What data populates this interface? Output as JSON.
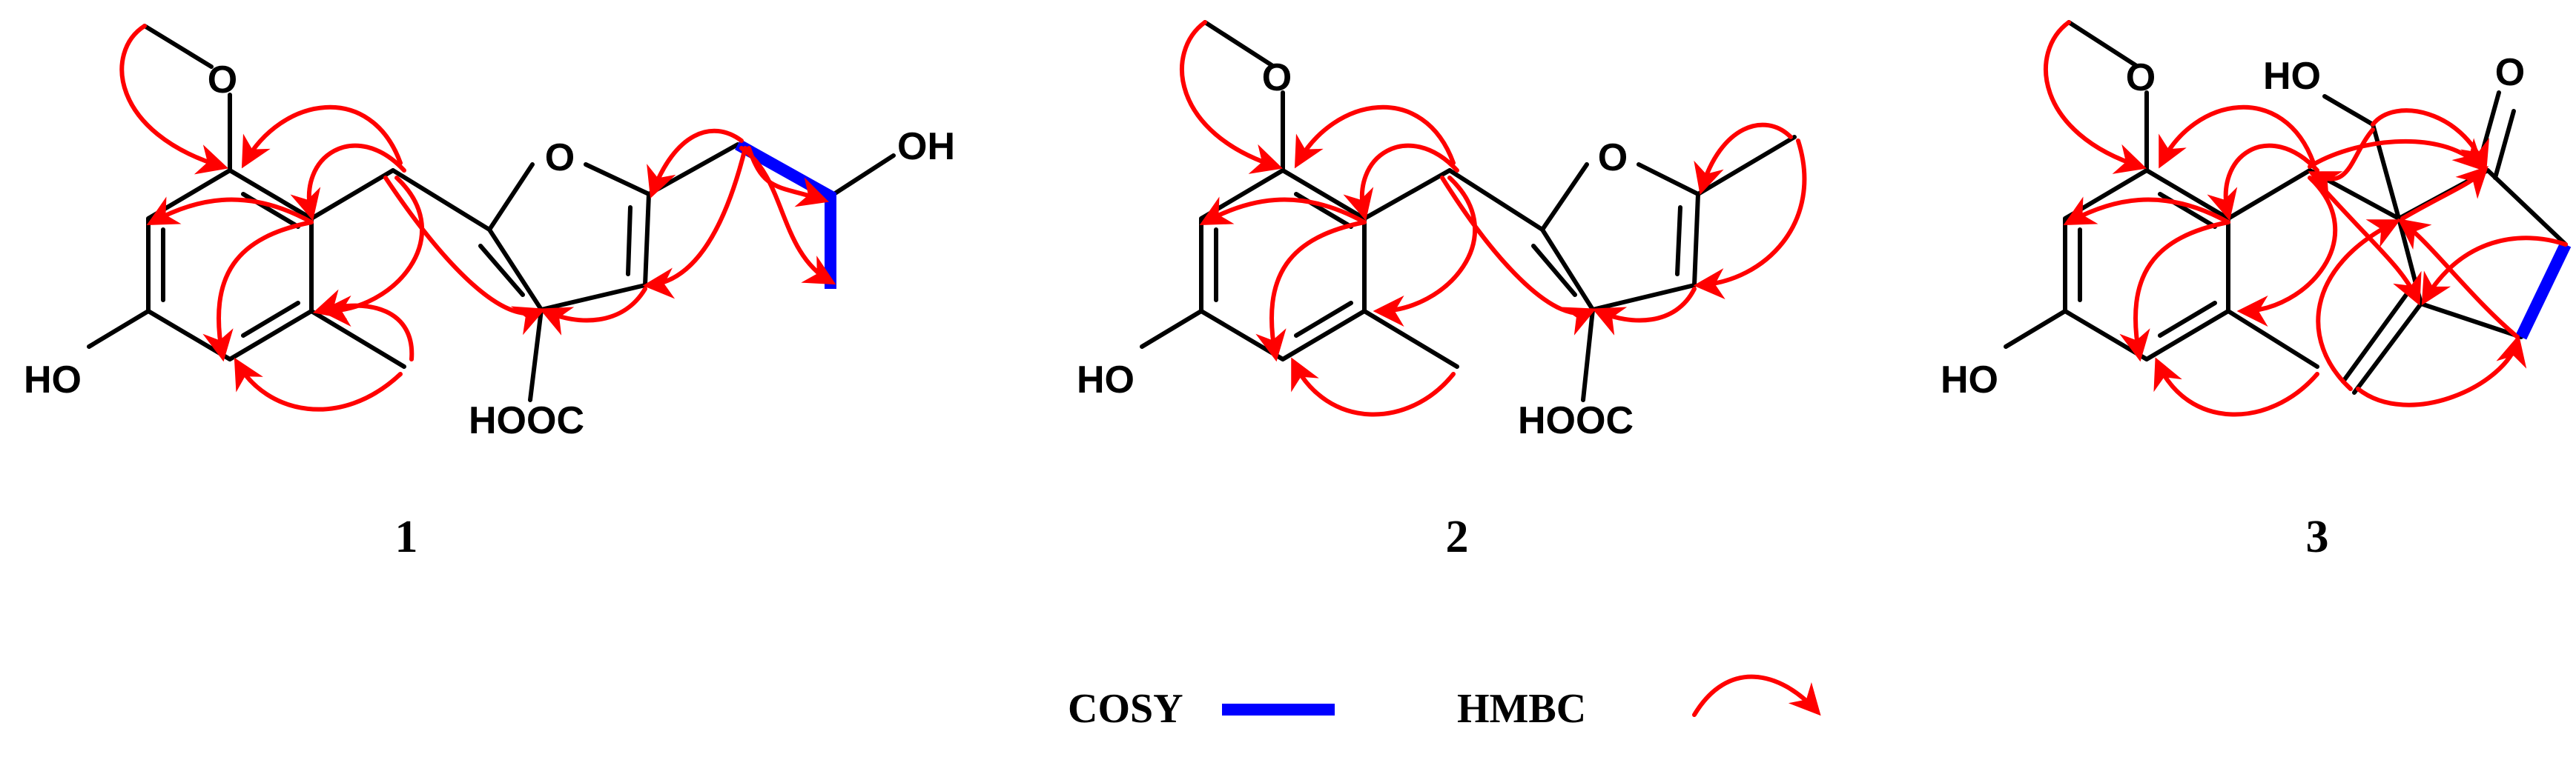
{
  "legend": {
    "cosy_label": "COSY",
    "hmbc_label": "HMBC",
    "cosy_color": "#0000ff",
    "hmbc_color": "#ff0000"
  },
  "compounds": [
    {
      "id": "1",
      "labels": {
        "methoxy_o": "O",
        "hydroxy": "HO",
        "furan_o": "O",
        "carboxyl": "HOOC",
        "side_oh": "OH"
      }
    },
    {
      "id": "2",
      "labels": {
        "methoxy_o": "O",
        "hydroxy": "HO",
        "furan_o": "O",
        "carboxyl": "HOOC"
      }
    },
    {
      "id": "3",
      "labels": {
        "methoxy_o": "O",
        "hydroxy": "HO",
        "hydroxymethyl": "HO",
        "ketone_o": "O"
      }
    }
  ]
}
